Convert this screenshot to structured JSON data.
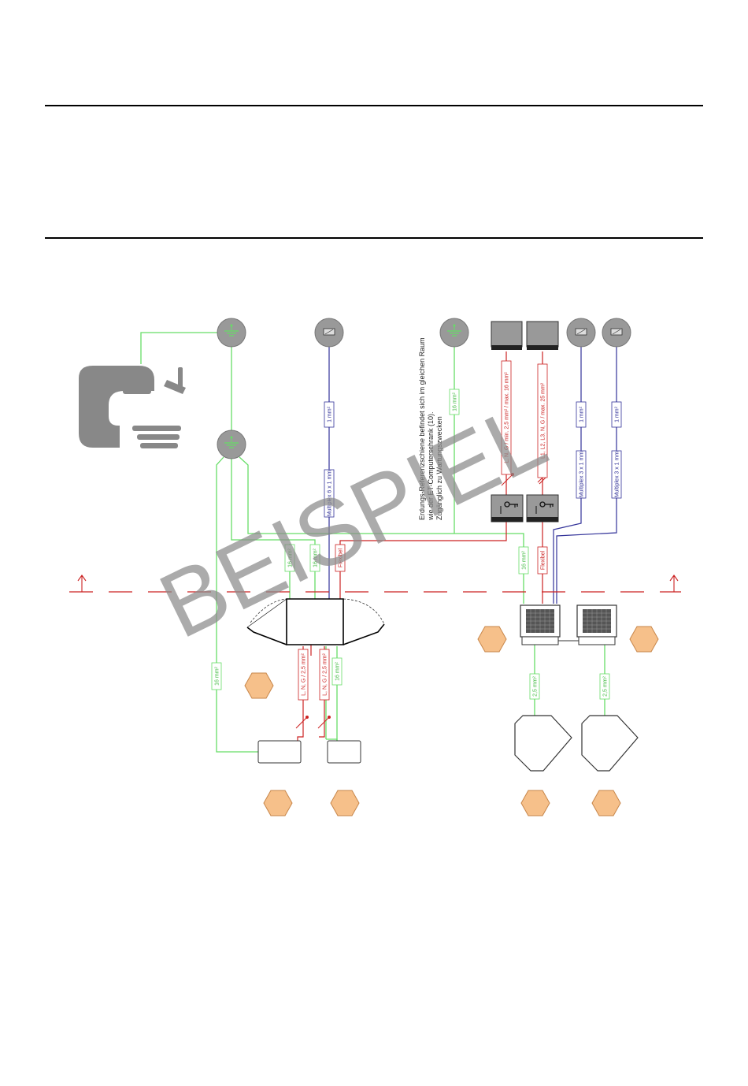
{
  "colors": {
    "green": "#66dd66",
    "blue": "#333399",
    "red": "#cc2222",
    "gray": "#888888",
    "orange_hex": "#f6c08a",
    "watermark": "#8a8a8a"
  },
  "watermark_text": "BEISPIEL",
  "note": {
    "lines": [
      "Erdungs-Referenzschiene befindet sich im gleichen Raum",
      "wie der ET-Computerschrank (10).",
      "Zugänglich zu Wartungszwecken"
    ]
  },
  "labels": {
    "cable_16mm_a": "16 mm²",
    "cable_16mm_b": "16 mm²",
    "flexibel_left": "Flexibel",
    "multiplex_6x1": "Multiplex 6 x 1 mm",
    "cable_1mm_left": "1 mm²",
    "cable_16mm_top": "16 mm²",
    "supply_lng_16": "L, N, G / min. 2,5 mm² / max. 16 mm²",
    "supply_l1l2l3": "L1, L2, L3, N, G / max. 25 mm²",
    "cable_1mm_r1": "1 mm²",
    "cable_1mm_r2": "1 mm²",
    "multiplex_3x1_a": "Multiplex 3 x 1 mm",
    "multiplex_3x1_b": "Multiplex 3 x 1 mm",
    "cable_16mm_right": "16 mm²",
    "flexibel_right": "Flexibel",
    "cable_16mm_vert": "16 mm²",
    "lng_25_a": "L, N, G / 2,5 mm²",
    "lng_25_b": "L, N, G / 2,5 mm²",
    "cable_16mm_low": "16 mm²",
    "cable_25_a": "2,5 mm²",
    "cable_25_b": "2,5 mm²"
  },
  "icons": {
    "ground_terminal": "ground-icon",
    "signal_terminal": "signal-icon",
    "key_switch": "key-icon",
    "gantry": "ct-gantry-icon",
    "hexagon_marker": "hexagon-icon",
    "direction_arrow": "arrow-up-icon"
  }
}
